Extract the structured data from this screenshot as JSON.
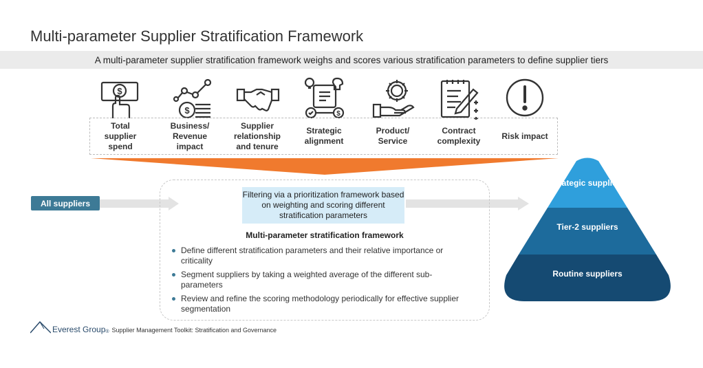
{
  "header": {
    "title": "Multi-parameter Supplier Stratification Framework",
    "subtitle": "A multi-parameter supplier stratification framework weighs and scores various stratification parameters to define supplier tiers"
  },
  "parameters": [
    {
      "label": "Total supplier spend",
      "icon": "money-hand-icon"
    },
    {
      "label": "Business/ Revenue impact",
      "icon": "revenue-growth-icon"
    },
    {
      "label": "Supplier relationship and tenure",
      "icon": "handshake-icon"
    },
    {
      "label": "Strategic alignment",
      "icon": "strategy-icon"
    },
    {
      "label": "Product/ Service",
      "icon": "gear-hand-icon"
    },
    {
      "label": "Contract complexity",
      "icon": "contract-icon"
    },
    {
      "label": "Risk impact",
      "icon": "exclamation-icon"
    }
  ],
  "flow": {
    "input_label": "All suppliers",
    "filter_text": "Filtering via a prioritization framework based on weighting and scoring different stratification parameters",
    "framework_title": "Multi-parameter stratification framework",
    "bullets": [
      "Define different stratification parameters and their relative importance or criticality",
      "Segment suppliers by taking a weighted average of the different sub-parameters",
      "Review and refine the scoring methodology periodically for effective supplier segmentation"
    ]
  },
  "pyramid": {
    "tiers": [
      {
        "label": "Strategic suppliers",
        "color": "#2f9fdc"
      },
      {
        "label": "Tier-2 suppliers",
        "color": "#1d6b9c"
      },
      {
        "label": "Routine suppliers",
        "color": "#154a72"
      }
    ]
  },
  "footer": {
    "brand": "Everest Group",
    "brand_mark": "®",
    "text": "Supplier Management Toolkit: Stratification and Governance"
  },
  "colors": {
    "accent_orange": "#f07a2e",
    "teal": "#3d7a96",
    "filter_bg": "#d6ecf8"
  }
}
